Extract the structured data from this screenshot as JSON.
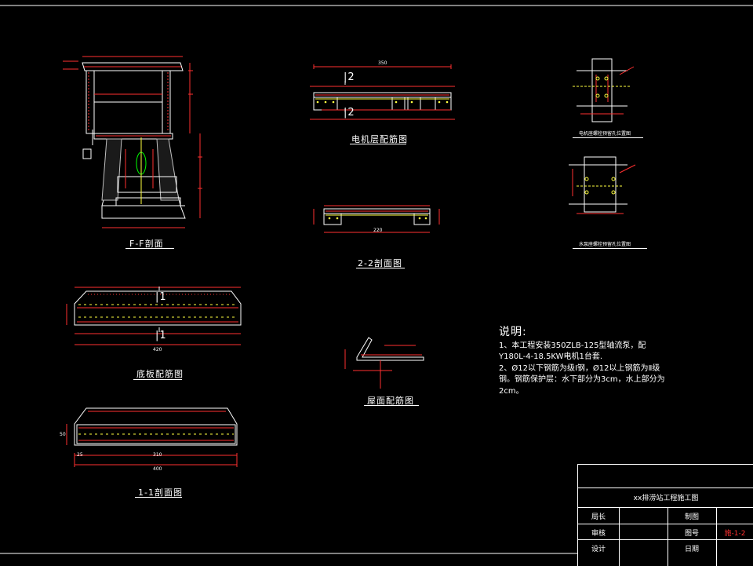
{
  "drawing": {
    "views": {
      "ff_section": "F-F剖面",
      "motor_floor_rebar": "电机层配筋图",
      "section_2_2": "2-2剖面图",
      "baseplate_rebar": "底板配筋图",
      "section_1_1": "1-1剖面图",
      "roof_rebar": "屋面配筋图",
      "motor_bolt_holes": "电机座螺栓预留孔位置图",
      "pump_bolt_holes": "水泵座螺栓预留孔位置图"
    },
    "section_marks": {
      "mark_2_top": "|2",
      "mark_2_bottom": "|2",
      "mark_1_top": "|1",
      "mark_1_bottom": "|1"
    },
    "dimensions": {
      "motor_floor_total": "350",
      "section22_span": "220",
      "baseplate_total": "420",
      "section11_total": "400",
      "section11_mid": "310",
      "section11_h": "50",
      "edge": "25"
    }
  },
  "notes": {
    "title": "说明:",
    "line1": "1、本工程安装350ZLB-125型轴流泵，配",
    "line2": "Y180L-4-18.5KW电机1台套.",
    "line3": "2、Ø12以下钢筋为级Ⅰ钢，Ø12以上钢筋为Ⅱ级",
    "line4": "钢。钢筋保护层：水下部分为3cm，水上部分为",
    "line5": "2cm。"
  },
  "title_block": {
    "project": "xx排涝站工程施工图",
    "r1c1": "局长",
    "r1c3": "制图",
    "r2c1": "审核",
    "r2c3": "图号",
    "drawing_no": "施-1-2",
    "r3c1": "设计",
    "r3c3": "日期"
  },
  "colors": {
    "background": "#000000",
    "line": "#ffffff",
    "dim": "#ff3030",
    "rebar": "#ffff40",
    "hatch": "#c0c0c0",
    "accent": "#00ff00"
  }
}
